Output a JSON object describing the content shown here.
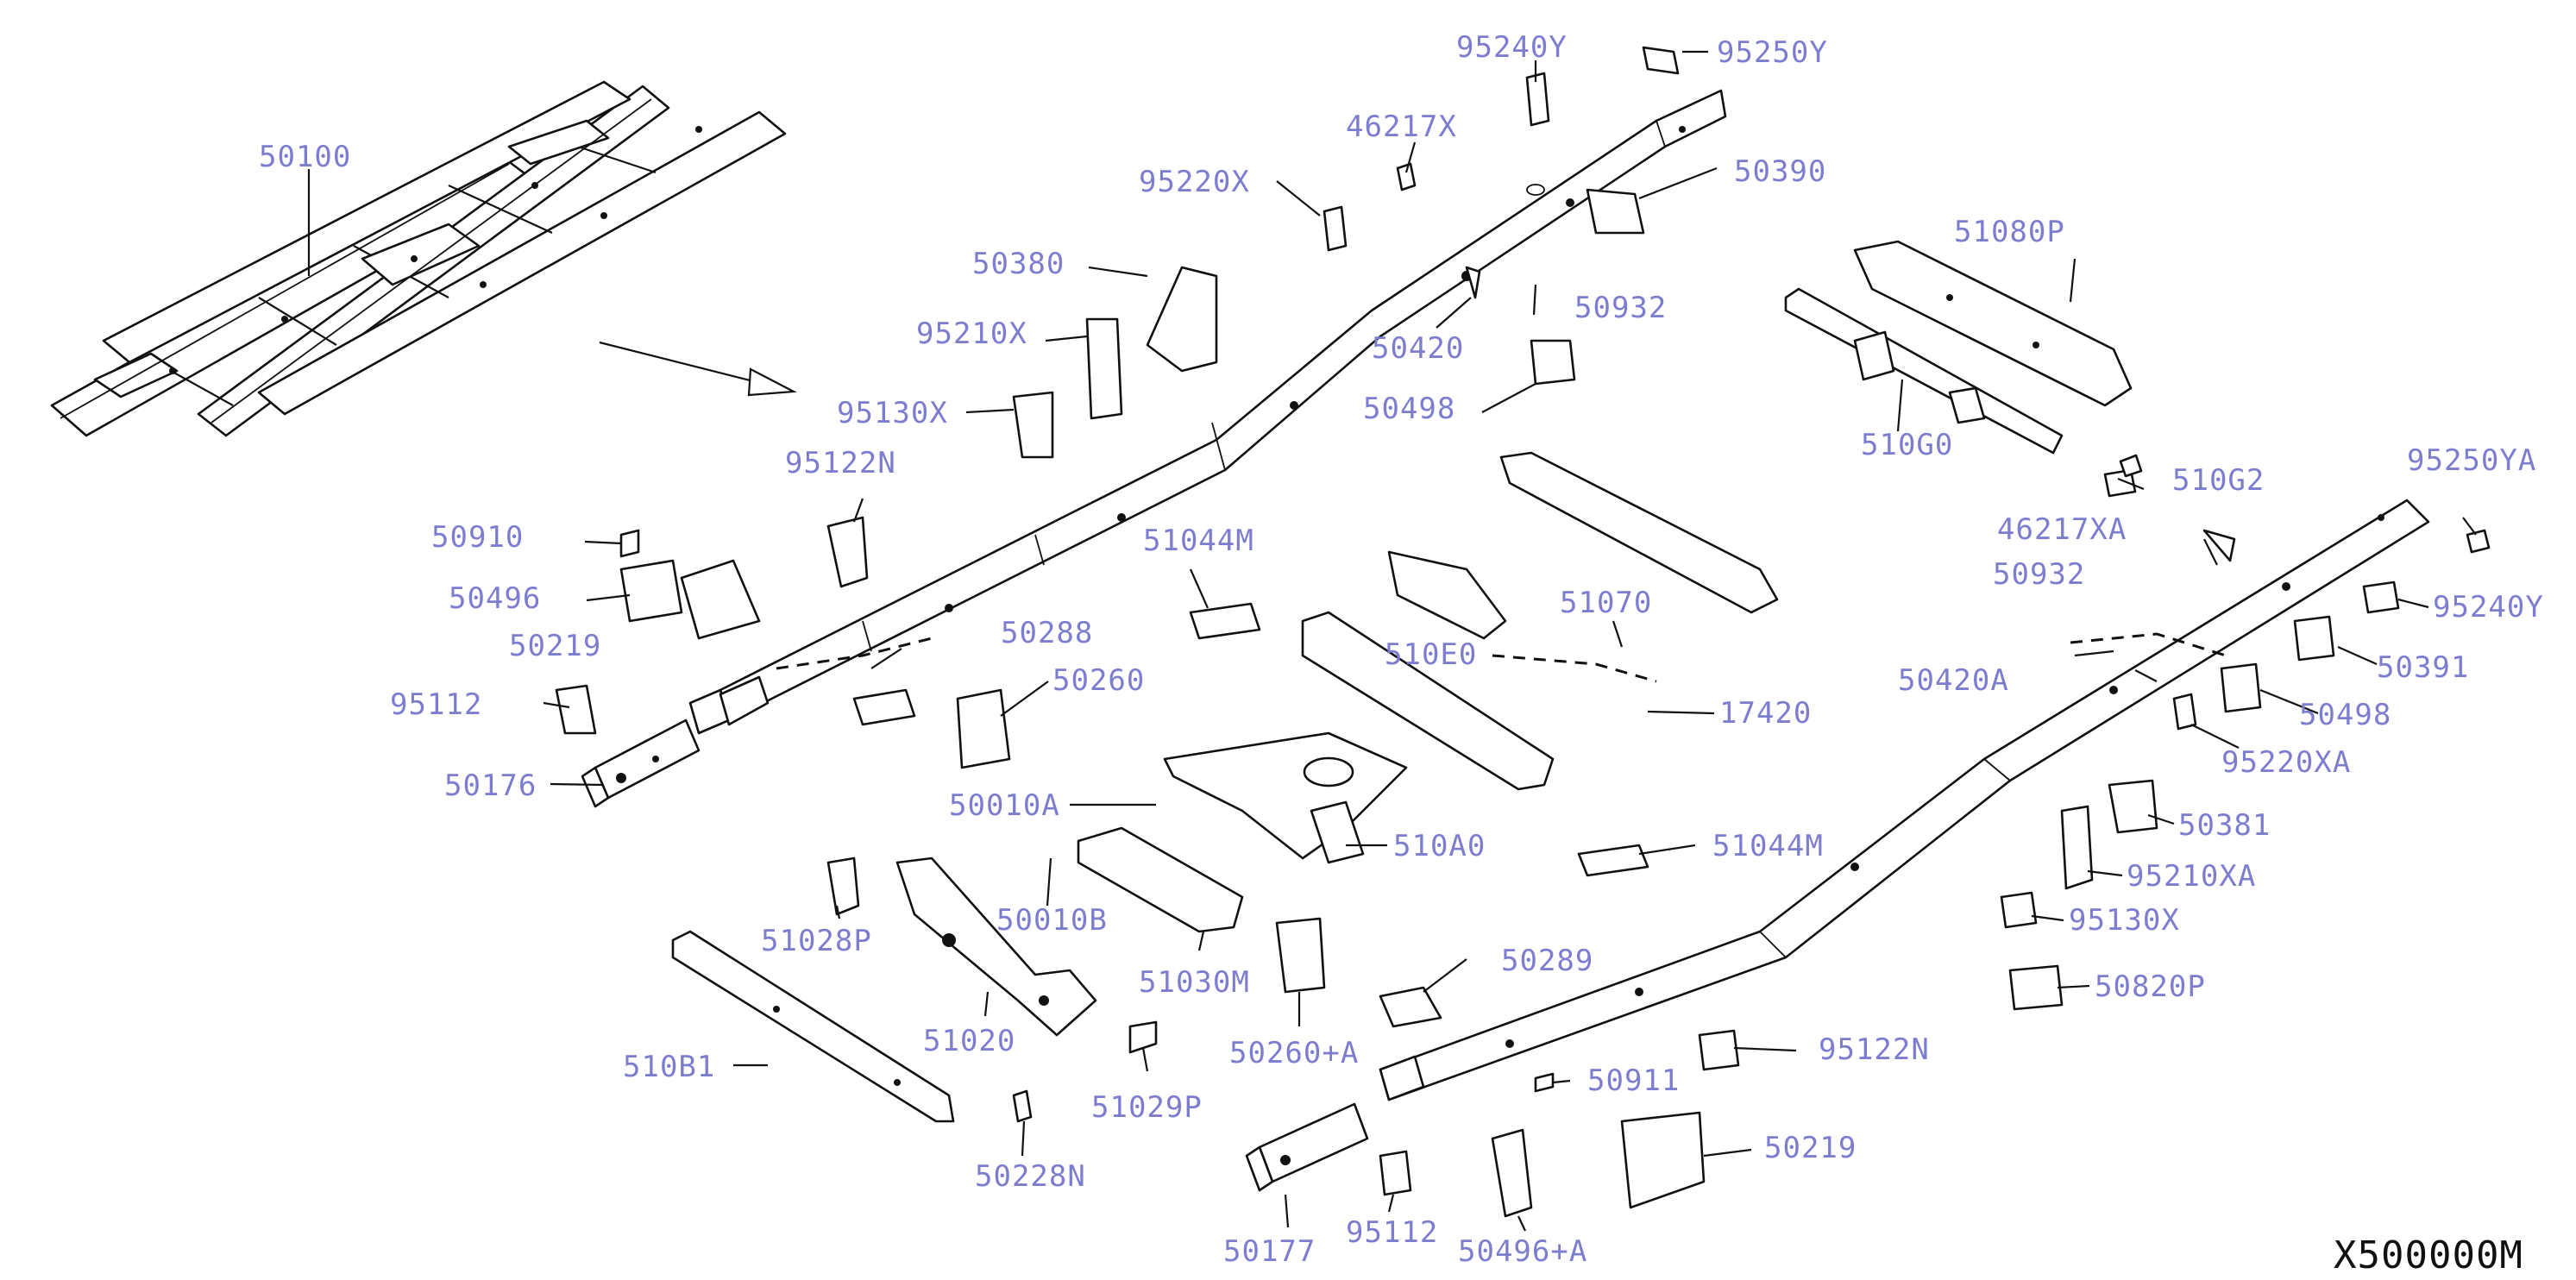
{
  "diagram_code": "X500000M",
  "labels": [
    {
      "id": "l50100",
      "text": "50100"
    },
    {
      "id": "l95240Y",
      "text": "95240Y"
    },
    {
      "id": "l95250Y",
      "text": "95250Y"
    },
    {
      "id": "l46217X",
      "text": "46217X"
    },
    {
      "id": "l95220X",
      "text": "95220X"
    },
    {
      "id": "l50390",
      "text": "50390"
    },
    {
      "id": "l50380",
      "text": "50380"
    },
    {
      "id": "l51080P",
      "text": "51080P"
    },
    {
      "id": "l95210X",
      "text": "95210X"
    },
    {
      "id": "l50932a",
      "text": "50932"
    },
    {
      "id": "l50420",
      "text": "50420"
    },
    {
      "id": "l95130X",
      "text": "95130X"
    },
    {
      "id": "l50498a",
      "text": "50498"
    },
    {
      "id": "l510G0",
      "text": "510G0"
    },
    {
      "id": "l95122Na",
      "text": "95122N"
    },
    {
      "id": "l510G2",
      "text": "510G2"
    },
    {
      "id": "l95250YA",
      "text": "95250YA"
    },
    {
      "id": "l50910",
      "text": "50910"
    },
    {
      "id": "l51044Ma",
      "text": "51044M"
    },
    {
      "id": "l46217XA",
      "text": "46217XA"
    },
    {
      "id": "l50496",
      "text": "50496"
    },
    {
      "id": "l51070",
      "text": "51070"
    },
    {
      "id": "l50932b",
      "text": "50932"
    },
    {
      "id": "l50219a",
      "text": "50219"
    },
    {
      "id": "l50288",
      "text": "50288"
    },
    {
      "id": "l510E0",
      "text": "510E0"
    },
    {
      "id": "l95240Yb",
      "text": "95240Y"
    },
    {
      "id": "l50420A",
      "text": "50420A"
    },
    {
      "id": "l50391",
      "text": "50391"
    },
    {
      "id": "l95112a",
      "text": "95112"
    },
    {
      "id": "l50260",
      "text": "50260"
    },
    {
      "id": "l17420",
      "text": "17420"
    },
    {
      "id": "l50498b",
      "text": "50498"
    },
    {
      "id": "l95220XA",
      "text": "95220XA"
    },
    {
      "id": "l50176",
      "text": "50176"
    },
    {
      "id": "l50010A",
      "text": "50010A"
    },
    {
      "id": "l510A0",
      "text": "510A0"
    },
    {
      "id": "l50381",
      "text": "50381"
    },
    {
      "id": "l51044Mb",
      "text": "51044M"
    },
    {
      "id": "l95210XA",
      "text": "95210XA"
    },
    {
      "id": "l50010B",
      "text": "50010B"
    },
    {
      "id": "l51028P",
      "text": "51028P"
    },
    {
      "id": "l95130Xb",
      "text": "95130X"
    },
    {
      "id": "l51030M",
      "text": "51030M"
    },
    {
      "id": "l50289",
      "text": "50289"
    },
    {
      "id": "l50820P",
      "text": "50820P"
    },
    {
      "id": "l51020",
      "text": "51020"
    },
    {
      "id": "l510B1",
      "text": "510B1"
    },
    {
      "id": "l50260A",
      "text": "50260+A"
    },
    {
      "id": "l95122Nb",
      "text": "95122N"
    },
    {
      "id": "l50911",
      "text": "50911"
    },
    {
      "id": "l51029P",
      "text": "51029P"
    },
    {
      "id": "l50219b",
      "text": "50219"
    },
    {
      "id": "l50228N",
      "text": "50228N"
    },
    {
      "id": "l50177",
      "text": "50177"
    },
    {
      "id": "l95112b",
      "text": "95112"
    },
    {
      "id": "l50496A",
      "text": "50496+A"
    }
  ]
}
